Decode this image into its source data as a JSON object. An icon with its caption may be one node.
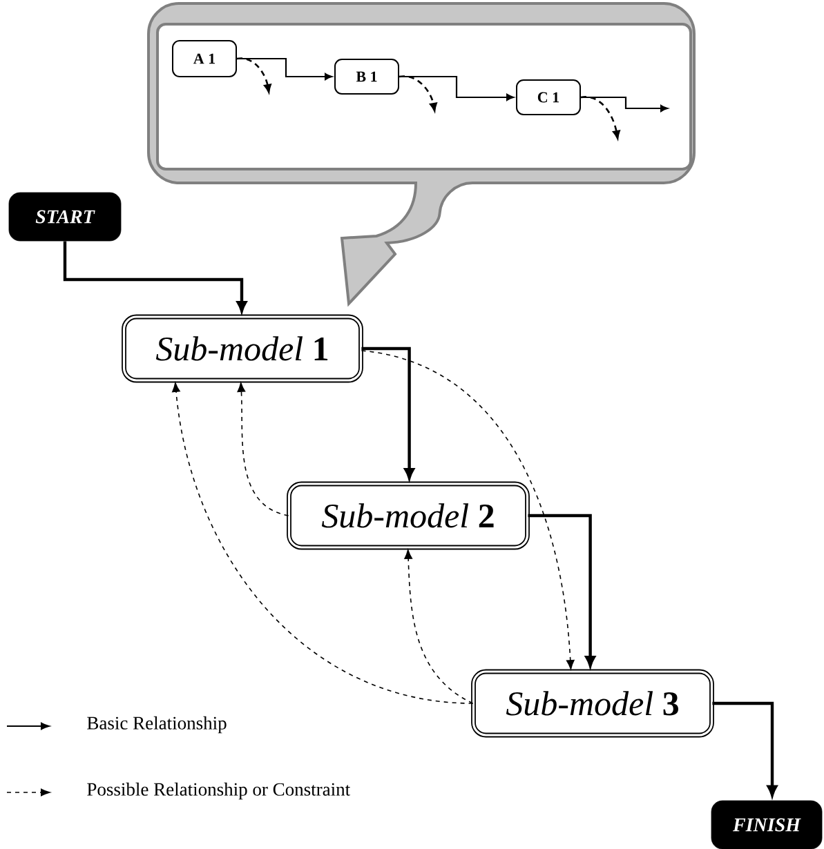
{
  "diagram": {
    "nodes": [
      {
        "text": [],
        "shape": "callout"
      },
      {
        "text": [
          "A 1"
        ],
        "in": 0
      },
      {
        "text": [
          "B 1"
        ],
        "in": 0
      },
      {
        "text": [
          "C 1"
        ],
        "in": 0
      },
      {
        "text": [
          "START"
        ]
      },
      {
        "text": [
          "*Sub-model* **1**"
        ]
      },
      {
        "text": [
          "*Sub-model* **2**"
        ]
      },
      {
        "text": [
          "*Sub-model* **3**"
        ]
      },
      {
        "text": [
          "FINISH"
        ]
      }
    ],
    "edges": [
      {
        "from": 1,
        "to": 2,
        "arrow": "to"
      },
      {
        "from": 2,
        "to": 3,
        "arrow": "to"
      },
      {
        "from": 3,
        "to": null,
        "arrow": "to"
      },
      {
        "from": 1,
        "to": null,
        "arrow": "to",
        "style": "dashed"
      },
      {
        "from": 2,
        "to": null,
        "arrow": "to",
        "style": "dashed"
      },
      {
        "from": 3,
        "to": null,
        "arrow": "to",
        "style": "dashed"
      },
      {
        "from": 4,
        "to": 5,
        "arrow": "to",
        "style": "thick"
      },
      {
        "from": 5,
        "to": 6,
        "arrow": "to",
        "style": "thick"
      },
      {
        "from": 6,
        "to": 7,
        "arrow": "to",
        "style": "thick"
      },
      {
        "from": 7,
        "to": 8,
        "arrow": "to",
        "style": "thick"
      },
      {
        "from": 5,
        "to": 7,
        "arrow": "to",
        "style": "dashed"
      },
      {
        "from": 6,
        "to": 5,
        "arrow": "to",
        "style": "dashed"
      },
      {
        "from": 7,
        "to": 5,
        "arrow": "to",
        "style": "dashed"
      },
      {
        "from": 7,
        "to": 6,
        "arrow": "to",
        "style": "dashed"
      }
    ],
    "legend": [
      {
        "text": "Basic Relationship"
      },
      {
        "text": "Possible Relationship or Constraint"
      }
    ]
  }
}
